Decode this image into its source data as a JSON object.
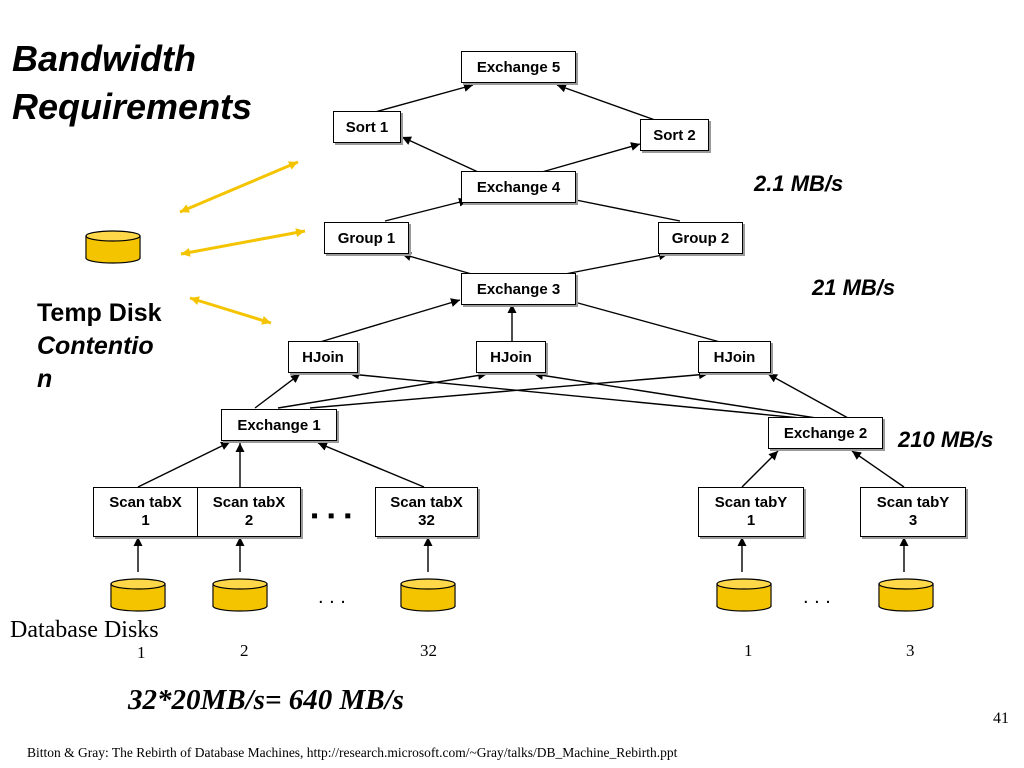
{
  "slide": {
    "title_line1": "Bandwidth",
    "title_line2": "Requirements",
    "temp_disk_line1": "Temp Disk",
    "temp_disk_line2": "Contentio",
    "temp_disk_line3": "n",
    "database_disks_label": "Database Disks",
    "page_number": "41",
    "citation": "Bitton & Gray: The Rebirth of Database Machines, http://research.microsoft.com/~Gray/talks/DB_Machine_Rebirth.ppt",
    "total_bandwidth": "32*20MB/s= 640 MB/s",
    "ellipsis_scan": "▪ ▪ ▪",
    "ellipsis_disks": ". . ."
  },
  "rates": {
    "top": "2.1 MB/s",
    "middle": "21 MB/s",
    "bottom": "210 MB/s"
  },
  "nodes": {
    "exchange5": "Exchange 5",
    "sort1": "Sort 1",
    "sort2": "Sort 2",
    "exchange4": "Exchange 4",
    "group1": "Group 1",
    "group2": "Group 2",
    "exchange3": "Exchange 3",
    "hjoin1": "HJoin",
    "hjoin2": "HJoin",
    "hjoin3": "HJoin",
    "exchange1": "Exchange 1",
    "exchange2": "Exchange 2",
    "scanx1": {
      "line1": "Scan tabX",
      "line2": "1"
    },
    "scanx2": {
      "line1": "Scan tabX",
      "line2": "2"
    },
    "scanx32": {
      "line1": "Scan tabX",
      "line2": "32"
    },
    "scany1": {
      "line1": "Scan tabY",
      "line2": "1"
    },
    "scany3": {
      "line1": "Scan tabY",
      "line2": "3"
    }
  },
  "disk_numbers": {
    "x1": "1",
    "x2": "2",
    "x32": "32",
    "y1": "1",
    "y3": "3"
  },
  "colors": {
    "disk_fill": "#f5c400",
    "disk_edge": "#000000",
    "contention_arrow": "#f5c400"
  }
}
